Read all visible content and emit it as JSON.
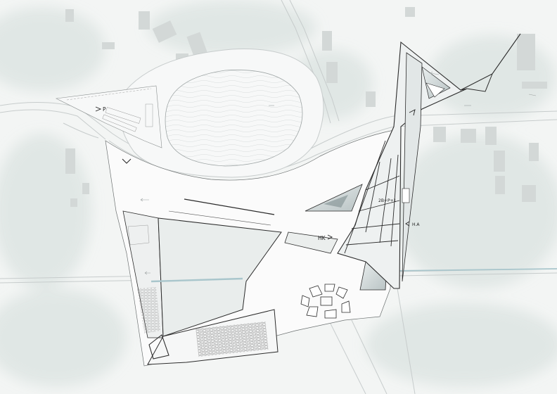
{
  "labels": {
    "parking": "P",
    "hk": "HK",
    "ha": "H.A",
    "floors": "2B+P+1"
  },
  "colors": {
    "background": "#f3f5f4",
    "greenery": "#dfe6e4",
    "building_light": "#ffffff",
    "building_outline": "#2b2b2b",
    "buildings_context": "#d3d8d7",
    "water": "#a9c6cc",
    "paving": "#fbfbfb"
  },
  "icons": {
    "entry_arrow": "chevron-arrow",
    "north_arrow": "chevron-down",
    "context_arrows": "small-arrow"
  }
}
